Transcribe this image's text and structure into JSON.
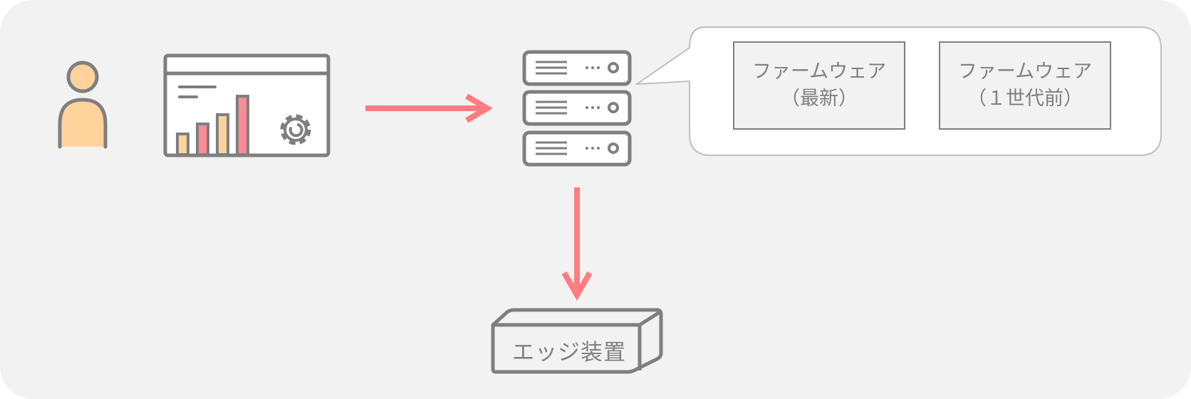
{
  "firmware_latest": {
    "line1": "ファームウェア",
    "line2": "（最新）"
  },
  "firmware_previous": {
    "line1": "ファームウェア",
    "line2": "（１世代前）"
  },
  "edge_device": {
    "label": "エッジ装置"
  },
  "colors": {
    "background": "#f2f2f2",
    "line": "#7f7f7f",
    "arrow": "#ff7c80",
    "accent_orange": "#ffd39b",
    "accent_pink": "#ff8c94"
  }
}
